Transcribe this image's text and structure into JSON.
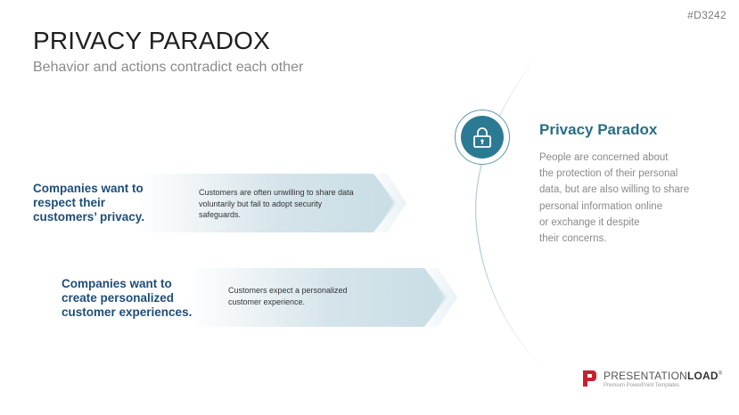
{
  "code": "#D3242",
  "title": "PRIVACY PARADOX",
  "subtitle": "Behavior and actions contradict each other",
  "rows": [
    {
      "label": "Companies want to respect their customers’ privacy.",
      "text": "Customers are often unwilling to share data voluntarily but fail to adopt security safeguards."
    },
    {
      "label": "Companies want to create personalized customer experiences.",
      "text": "Customers expect a personalized customer experience."
    }
  ],
  "paradox": {
    "icon": "lock-icon",
    "heading": "Privacy Paradox",
    "lines": [
      "People are concerned about",
      "the protection of their personal",
      "data, but are also willing to share",
      "personal information online",
      "or exchange it despite",
      "their concerns."
    ]
  },
  "logo": {
    "name_regular": "PRESENTATION",
    "name_bold": "LOAD",
    "mark": "®",
    "tagline": "Premium PowerPoint Templates"
  },
  "colors": {
    "accent": "#2b7a94",
    "label": "#1e4e79",
    "brand_red": "#c8202f"
  }
}
